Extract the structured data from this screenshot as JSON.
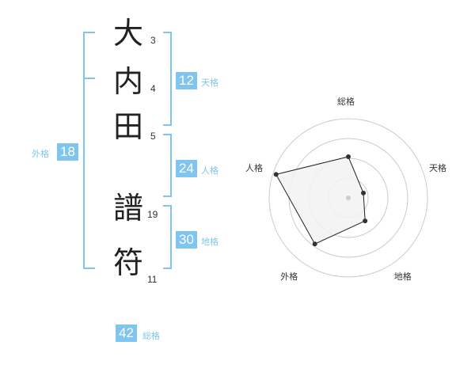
{
  "name": {
    "characters": [
      {
        "char": "大",
        "strokes": "3"
      },
      {
        "char": "内",
        "strokes": "4"
      },
      {
        "char": "田",
        "strokes": "5"
      },
      {
        "char": "譜",
        "strokes": "19"
      },
      {
        "char": "符",
        "strokes": "11"
      }
    ]
  },
  "fortunes": {
    "tenkaku": {
      "value": "12",
      "label": "天格"
    },
    "jinkaku": {
      "value": "24",
      "label": "人格"
    },
    "chikaku": {
      "value": "30",
      "label": "地格"
    },
    "gaikaku": {
      "value": "18",
      "label": "外格"
    },
    "soukaku": {
      "value": "42",
      "label": "総格"
    }
  },
  "colors": {
    "accent": "#7fc5ee",
    "text": "#222222",
    "ring": "#cccccc",
    "fill": "#f2f2f2",
    "marker": "#333333"
  },
  "chart_data": {
    "type": "radar",
    "axes": [
      "総格",
      "天格",
      "地格",
      "外格",
      "人格"
    ],
    "values": [
      0.52,
      0.2,
      0.36,
      0.72,
      0.96
    ],
    "range": [
      0,
      1
    ],
    "rings": 4
  }
}
